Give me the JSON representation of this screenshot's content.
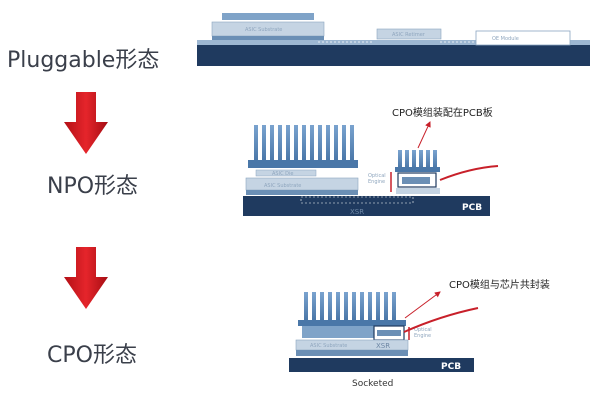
{
  "stages": [
    {
      "id": "pluggable",
      "label": "Pluggable形态"
    },
    {
      "id": "npo",
      "label": "NPO形态"
    },
    {
      "id": "cpo",
      "label": "CPO形态"
    }
  ],
  "pluggable": {
    "asic_substrate": "ASIC Substrate",
    "asic_retimer": "ASIC Retimer",
    "module": "OE Module"
  },
  "npo": {
    "callout": "CPO模组装配在PCB板",
    "asic_die": "ASIC Die",
    "asic_substrate": "ASIC Substrate",
    "optical_engine_1": "Optical",
    "optical_engine_2": "Engine",
    "xsr": "XSR",
    "pcb": "PCB"
  },
  "cpo": {
    "callout": "CPO模组与芯片共封装",
    "asic_substrate": "ASIC Substrate",
    "optical_engine_1": "Optical",
    "optical_engine_2": "Engine",
    "xsr": "XSR",
    "pcb": "PCB",
    "socketed": "Socketed"
  },
  "colors": {
    "board": "#1f3a5f",
    "arrow_red": "#d5141c",
    "fiber_red": "#c8202a"
  }
}
